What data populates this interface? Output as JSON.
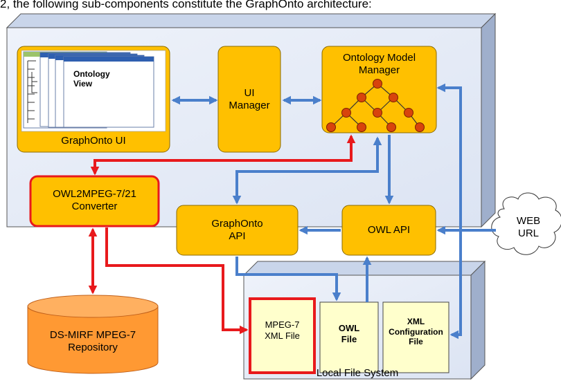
{
  "intro_text": "2, the following sub-components constitute the GraphOnto architecture:",
  "components": {
    "graphonto_ui": "GraphOnto UI",
    "ontology_view": [
      "Ontology",
      "View"
    ],
    "ui_manager": [
      "UI",
      "Manager"
    ],
    "ontology_model_manager": [
      "Ontology Model",
      "Manager"
    ],
    "converter": [
      "OWL2MPEG-7/21",
      "Converter"
    ],
    "graphonto_api": [
      "GraphOnto",
      "API"
    ],
    "owl_api": "OWL API",
    "web_url": [
      "WEB",
      "URL"
    ],
    "repository": [
      "DS-MIRF MPEG-7",
      "Repository"
    ],
    "local_file_system": "Local File System",
    "mpeg7_file": [
      "MPEG-7",
      "XML File"
    ],
    "owl_file": [
      "OWL",
      "File"
    ],
    "xml_config_file": [
      "XML",
      "Configuration",
      "File"
    ]
  },
  "colors": {
    "box_fill": "#FFC000",
    "panel_fill": "#E3EAF6",
    "file_fill": "#FFFFCC",
    "repository_fill": "#FF9933",
    "red_arrow": "#E8191C",
    "blue_arrow": "#4A7FCB",
    "node_fill": "#D8440C"
  }
}
